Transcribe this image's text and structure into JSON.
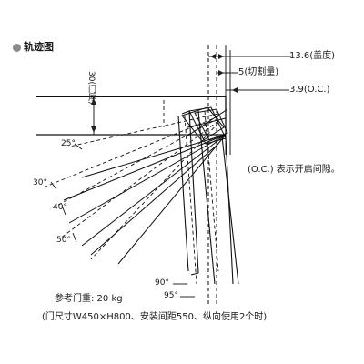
{
  "title": "轨迹图",
  "dims": {
    "overlay": "13.6(盖度)",
    "cut": "5(切割量)",
    "oc": "3.9(O.C.)",
    "door_thickness": "30(门厚)"
  },
  "angles": {
    "a25": "25°",
    "a30": "30°",
    "a40": "40°",
    "a50": "50°",
    "a90": "90°",
    "a95": "95°"
  },
  "oc_note": "(O.C.) 表示开启间隙。",
  "ref_weight": "参考门重: 20 kg",
  "door_size_note": "(门尺寸W450×H800、安装间距550、纵向使用2个时)"
}
